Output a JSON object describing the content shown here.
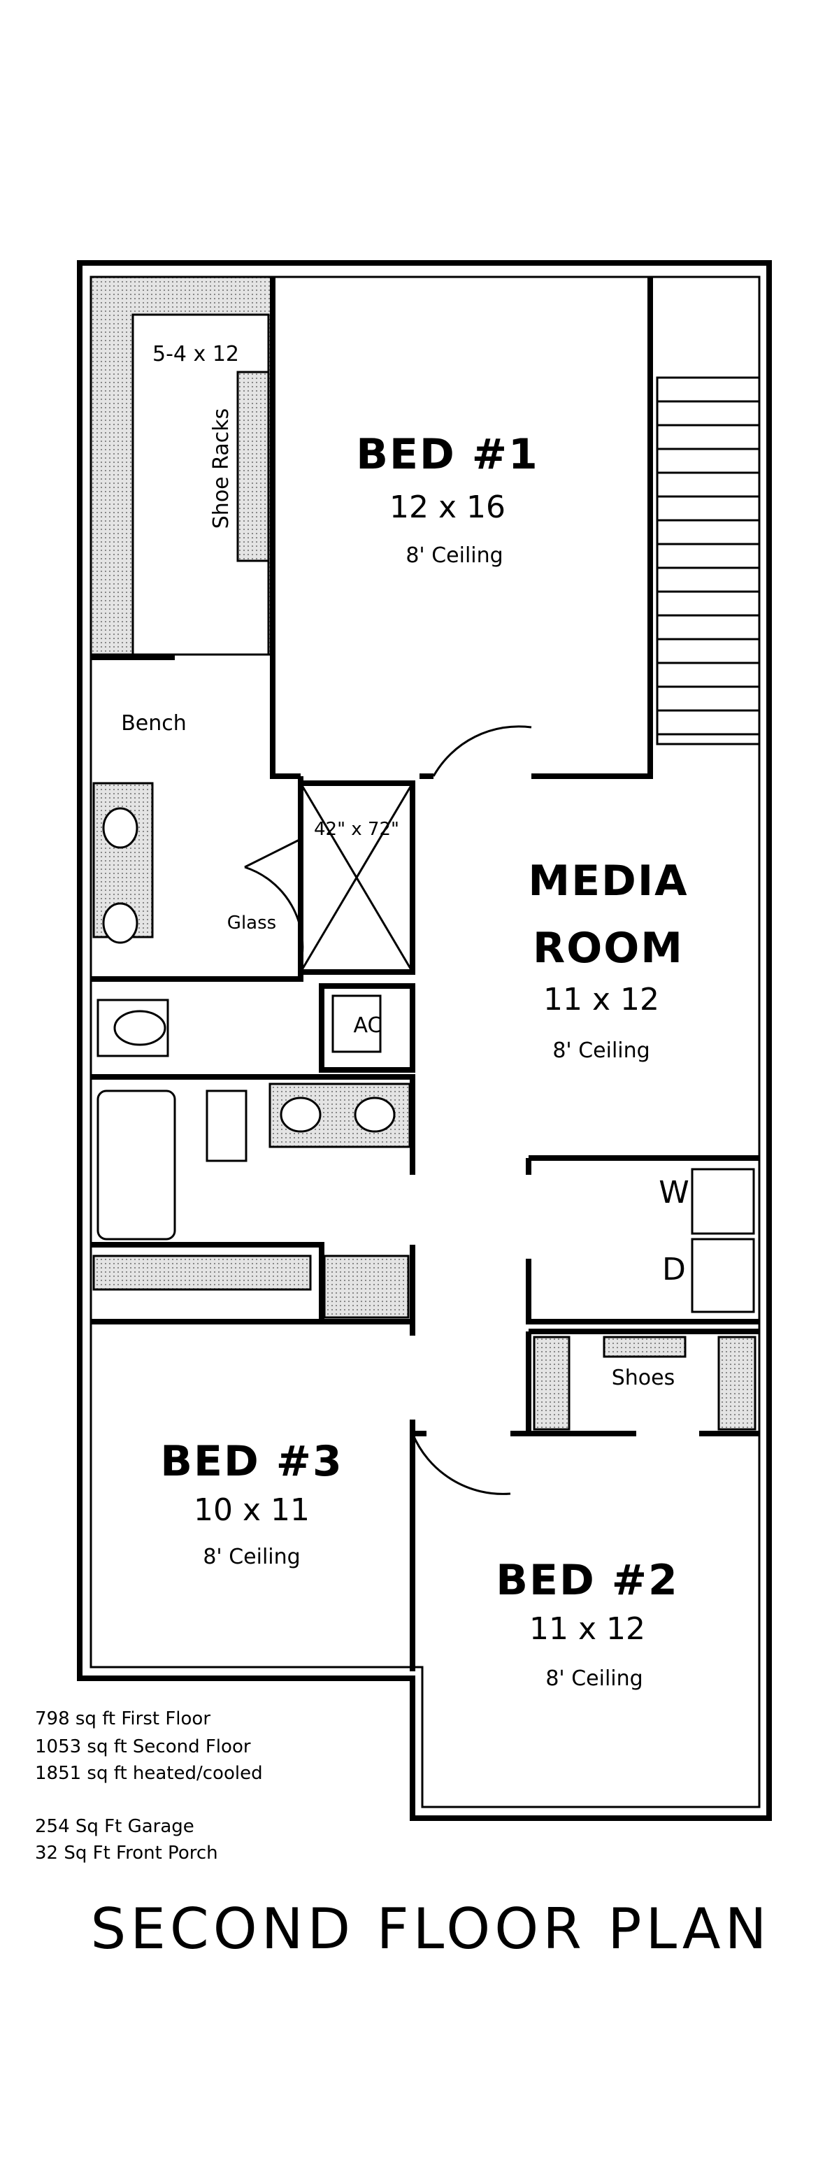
{
  "title": "SECOND FLOOR PLAN",
  "rooms": {
    "bed1": {
      "name": "BED #1",
      "size": "12 x 16",
      "ceiling": "8' Ceiling"
    },
    "media": {
      "name_line1": "MEDIA",
      "name_line2": "ROOM",
      "size": "11 x 12",
      "ceiling": "8' Ceiling"
    },
    "bed3": {
      "name": "BED #3",
      "size": "10 x 11",
      "ceiling": "8' Ceiling"
    },
    "bed2": {
      "name": "BED #2",
      "size": "11 x 12",
      "ceiling": "8' Ceiling"
    },
    "closet": {
      "size": "5-4 x 12",
      "shoe_racks": "Shoe Racks"
    }
  },
  "labels": {
    "bench": "Bench",
    "shower": "42\" x 72\"",
    "glass": "Glass",
    "ac": "AC",
    "washer": "W",
    "dryer": "D",
    "shoes": "Shoes"
  },
  "areas": [
    "798 sq ft First Floor",
    "1053 sq ft Second Floor",
    "1851 sq ft heated/cooled",
    "254 Sq Ft Garage",
    "32 Sq Ft Front Porch"
  ]
}
